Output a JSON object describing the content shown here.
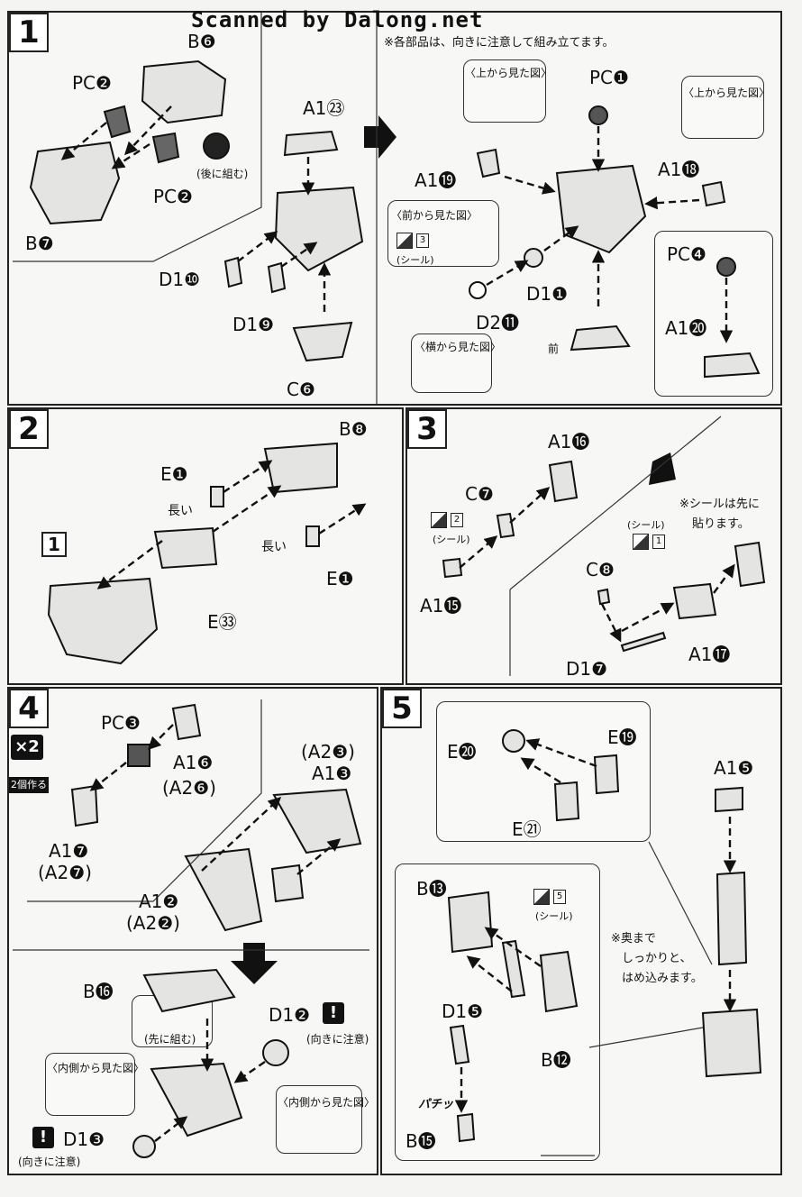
{
  "watermark": "Scanned by Dalong.net",
  "steps": {
    "s1": {
      "num": "1",
      "note": "※各部品は、向きに注意して組み立てます。"
    },
    "s2": {
      "num": "2"
    },
    "s3": {
      "num": "3"
    },
    "s4": {
      "num": "4"
    },
    "s5": {
      "num": "5"
    }
  },
  "labels": {
    "s1_b6": "B❻",
    "s1_pc2a": "PC❷",
    "s1_pc2b": "PC❷",
    "s1_b7": "B❼",
    "s1_later": "(後に組む)",
    "s1_a123": "A1㉓",
    "s1_d110": "D1❿",
    "s1_d19": "D1❾",
    "s1_c6": "C❻",
    "s1_top_view_a": "〈上から見た図〉",
    "s1_top_view_b": "〈上から見た図〉",
    "s1_pc1": "PC❶",
    "s1_a119": "A1⓳",
    "s1_a118": "A1⓲",
    "s1_front_view": "〈前から見た図〉",
    "s1_seal3": "3",
    "s1_seal_label": "(シール)",
    "s1_d11": "D1❶",
    "s1_d211": "D2⓫",
    "s1_side_view": "〈横から見た図〉",
    "s1_pc4": "PC❹",
    "s1_a120": "A1⓴",
    "s1_front": "前",
    "s2_b8": "B❽",
    "s2_e1a": "E❶",
    "s2_long_a": "長い",
    "s2_long_b": "長い",
    "s2_e1b": "E❶",
    "s2_ref1": "1",
    "s2_e33": "E㉝",
    "s3_a116": "A1⓰",
    "s3_c7": "C❼",
    "s3_seal2": "2",
    "s3_seal2_label": "(シール)",
    "s3_a115": "A1⓯",
    "s3_note1": "※シールは先に",
    "s3_note2": "貼ります。",
    "s3_seal1_label": "(シール)",
    "s3_seal1": "1",
    "s3_c8": "C❽",
    "s3_a117": "A1⓱",
    "s3_d17": "D1❼",
    "s4_x2": "×2",
    "s4_x2_sub": "2個作る",
    "s4_pc3": "PC❸",
    "s4_a16": "A1❻",
    "s4_a26": "(A2❻)",
    "s4_a23": "(A2❸)",
    "s4_a13": "A1❸",
    "s4_a17": "A1❼",
    "s4_a27": "(A2❼)",
    "s4_a12": "A1❷",
    "s4_a22": "(A2❷)",
    "s4_b16": "B⓰",
    "s4_first": "(先に組む)",
    "s4_d12": "D1❷",
    "s4_caution_a": "(向きに注意)",
    "s4_inside_view_a": "〈内側から見た図〉",
    "s4_inside_view_b": "〈内側から見た図〉",
    "s4_d13": "D1❸",
    "s4_caution_b": "(向きに注意)",
    "s5_e20": "E⓴",
    "s5_e19": "E⓳",
    "s5_e21": "E㉑",
    "s5_a15": "A1❺",
    "s5_b13": "B⓭",
    "s5_seal5": "5",
    "s5_seal5_label": "(シール)",
    "s5_note1": "※奥まで",
    "s5_note2": "しっかりと、",
    "s5_note3": "はめ込みます。",
    "s5_d15": "D1❺",
    "s5_b12": "B⓬",
    "s5_pachi": "パチッ",
    "s5_b15": "B⓯"
  },
  "icons": {
    "arrow": "arrow-right-icon",
    "caution": "exclamation-icon"
  },
  "colors": {
    "ink": "#111111",
    "paper": "#f7f7f5",
    "part_fill": "#e2e2e0",
    "part_dark": "#555555"
  }
}
